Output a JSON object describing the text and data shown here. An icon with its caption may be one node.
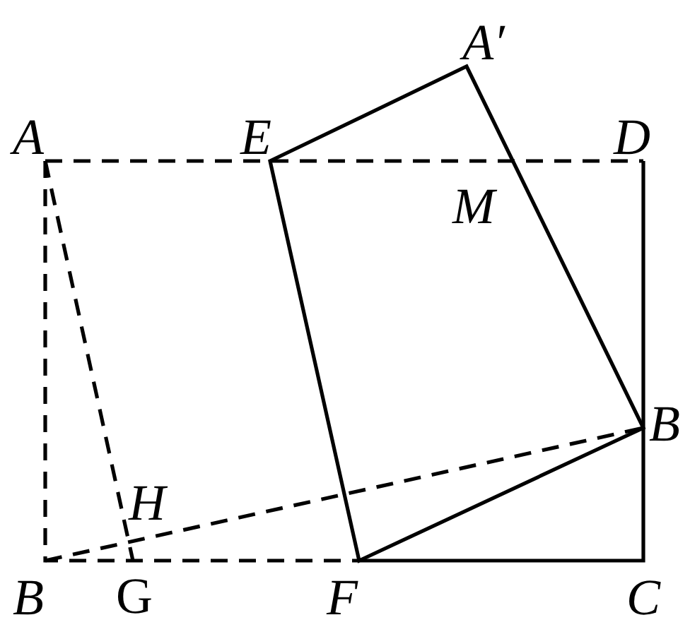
{
  "diagram": {
    "labels": [
      "A′",
      "A",
      "E",
      "D",
      "M",
      "B",
      "H",
      "B",
      "G",
      "F",
      "C"
    ]
  }
}
